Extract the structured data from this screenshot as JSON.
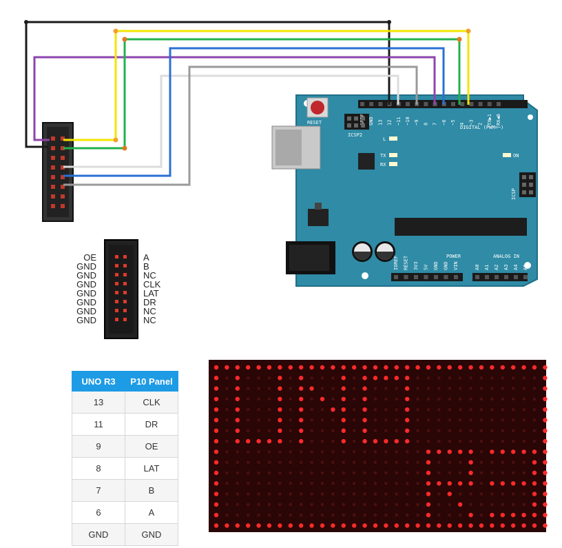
{
  "arduino": {
    "reset_label": "RESET",
    "icsp2_label": "ICSP2",
    "icsp_label": "ICSP",
    "digital_label": "DIGITAL (PWM=~)",
    "on_label": "ON",
    "tx_label": "TX",
    "rx_label": "RX",
    "l_label": "L",
    "power_label": "POWER",
    "analog_label": "ANALOG IN",
    "digital_pins": [
      "AREF",
      "GND",
      "13",
      "12",
      "~11",
      "~10",
      "~9",
      "8",
      "7",
      "~6",
      "~5",
      "4",
      "~3",
      "2",
      "TX▶1",
      "RX◀0"
    ],
    "power_pins": [
      "IOREF",
      "RESET",
      "3V3",
      "5V",
      "GND",
      "GND",
      "VIN"
    ],
    "analog_pins": [
      "A0",
      "A1",
      "A2",
      "A3",
      "A4",
      "A5"
    ]
  },
  "connector_pinout": {
    "left": [
      "OE",
      "GND",
      "GND",
      "GND",
      "GND",
      "GND",
      "GND",
      "GND"
    ],
    "right": [
      "A",
      "B",
      "NC",
      "CLK",
      "LAT",
      "DR",
      "NC",
      "NC"
    ]
  },
  "mapping_table": {
    "headers": [
      "UNO R3",
      "P10 Panel"
    ],
    "rows": [
      [
        "13",
        "CLK"
      ],
      [
        "11",
        "DR"
      ],
      [
        "9",
        "OE"
      ],
      [
        "8",
        "LAT"
      ],
      [
        "7",
        "B"
      ],
      [
        "6",
        "A"
      ],
      [
        "GND",
        "GND"
      ]
    ]
  },
  "led_panel": {
    "line1": "UNO",
    "line2": "R3",
    "led_color": "#ff2a2a"
  },
  "colors": {
    "board": "#2f8ba6",
    "wire_black": "#1a1a1a",
    "wire_yellow": "#f2e600",
    "wire_green": "#22b14c",
    "wire_purple": "#8e44ad",
    "wire_blue": "#2a6fd6",
    "wire_white": "#dcdcdc",
    "wire_gray": "#9a9a9a",
    "table_header": "#1e9be5"
  }
}
